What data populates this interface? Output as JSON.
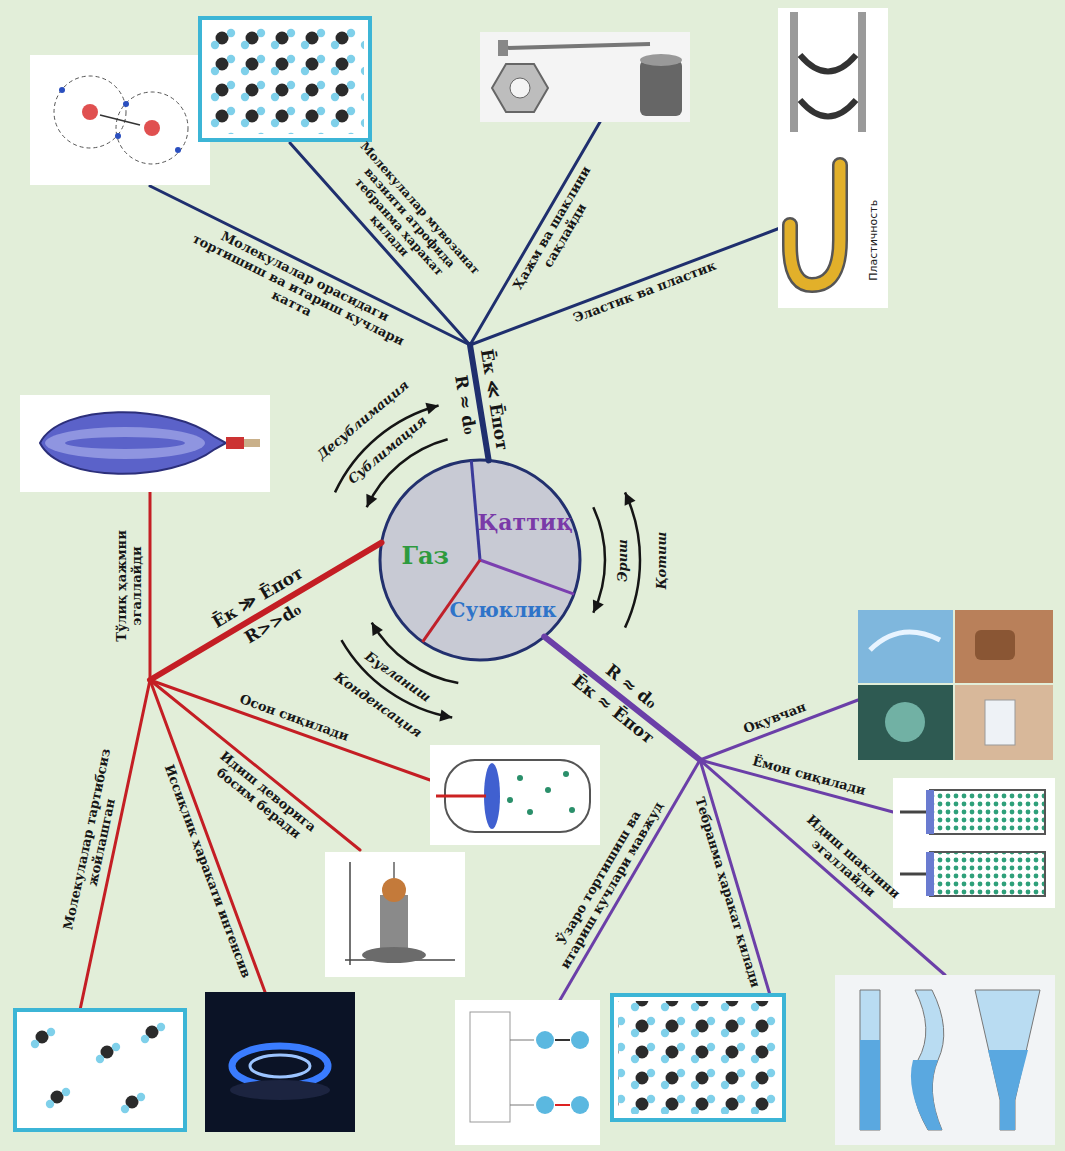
{
  "diagram": {
    "nodes": [
      {
        "text": [
          "Газ"
        ]
      },
      {
        "text": [
          "Суюклик"
        ]
      },
      {
        "text": [
          "Қаттиқ"
        ]
      }
    ],
    "edges": [
      {
        "from": 2,
        "to": 1,
        "arrow": "to",
        "label": "Эриш"
      },
      {
        "from": 1,
        "to": 2,
        "arrow": "to",
        "label": "Қотиш"
      },
      {
        "from": 1,
        "to": 0,
        "arrow": "to",
        "label": "Буғланиш"
      },
      {
        "from": 0,
        "to": 1,
        "arrow": "to",
        "label": "Конденсация"
      },
      {
        "from": 2,
        "to": 0,
        "arrow": "to",
        "label": "Сублимация"
      },
      {
        "from": 0,
        "to": 2,
        "arrow": "to",
        "label": "Десублимация"
      }
    ],
    "labels": [
      "R ≈ d₀",
      "Ēк ≪ Ēпот",
      "Молекулалар орасидаги тортишиш ва итариш кучлари катта",
      "Молекулалар мувозанат вазияти атрофида тебранма ҳаракат қилади",
      "Ҳажм ва шаклини сақлайди",
      "Эластик ва пластик",
      "Пластичность",
      "R ≈ d₀",
      "Ēк ≈ Ēпот",
      "Оқувчан",
      "Ёмон сиқилади",
      "Идиш шаклини эгаллайди",
      "Тебранма ҳаракат қилади",
      "Ўзаро тортишиш ва итариш кучлари мавжуд",
      "Ēк ≫ Ēпот",
      "R>>d₀",
      "Тўлиқ ҳажмни эгаллайди",
      "Осон сиқилади",
      "Идиш деворига босим беради",
      "Иссиқлик ҳаракати интенсив",
      "Молекулалар тартибсиз жойлашган"
    ]
  }
}
